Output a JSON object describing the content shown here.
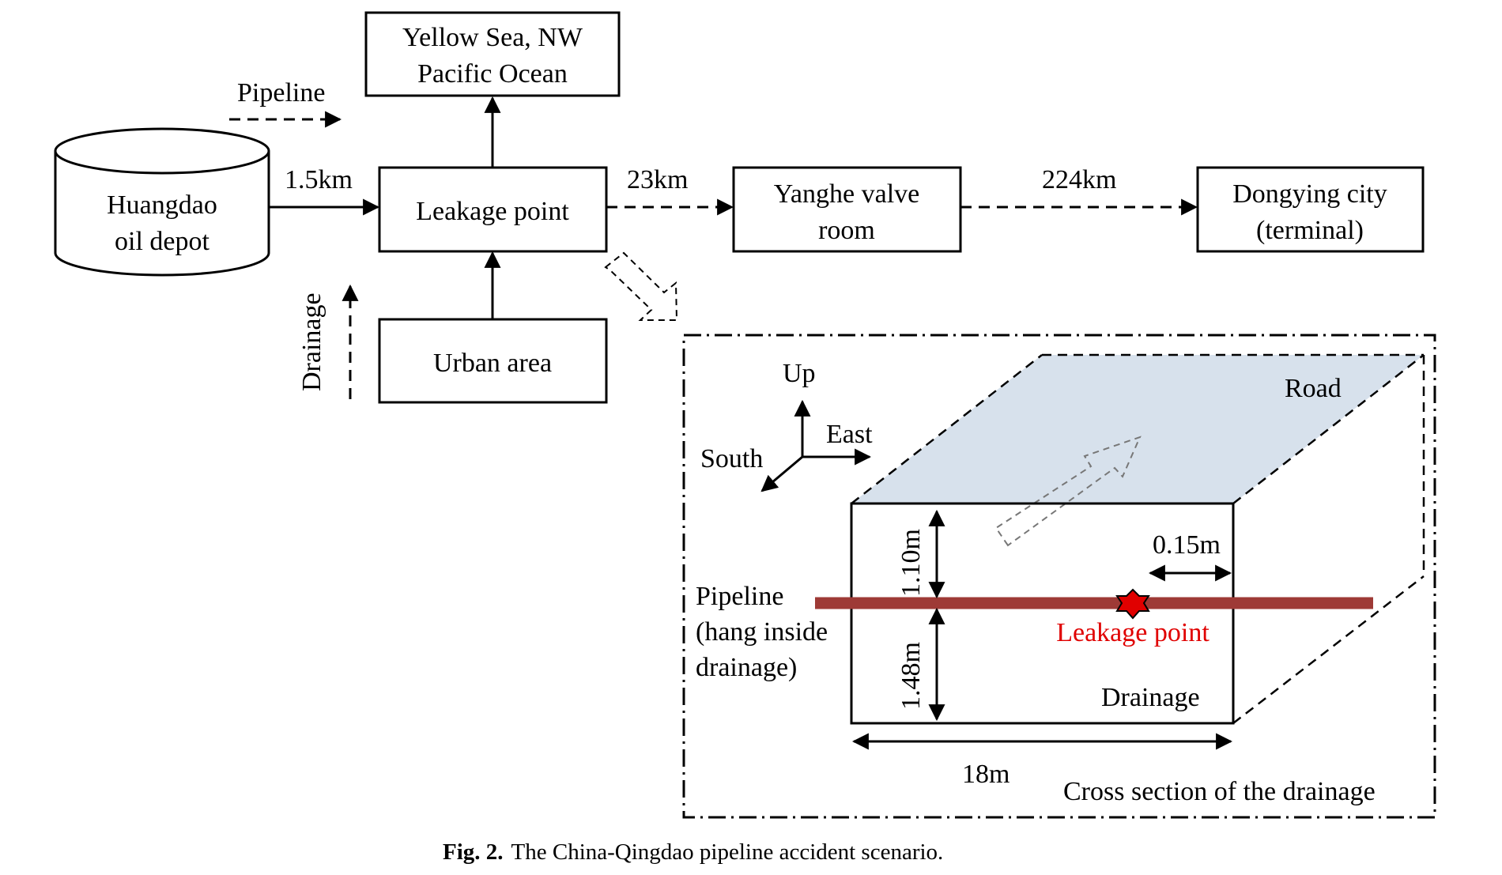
{
  "flow": {
    "legend_pipeline": "Pipeline",
    "legend_drainage": "Drainage",
    "depot_line1": "Huangdao",
    "depot_line2": "oil depot",
    "sea_line1": "Yellow Sea, NW",
    "sea_line2": "Pacific Ocean",
    "leakage": "Leakage point",
    "urban": "Urban area",
    "valve_line1": "Yanghe  valve",
    "valve_line2": "room",
    "dongying_line1": "Dongying  city",
    "dongying_line2": "(terminal)",
    "dist_depot_leak": "1.5km",
    "dist_leak_valve": "23km",
    "dist_valve_dongying": "224km"
  },
  "detail": {
    "compass_up": "Up",
    "compass_east": "East",
    "compass_south": "South",
    "road": "Road",
    "dim_top": "1.10m",
    "dim_bottom": "1.48m",
    "dim_offset": "0.15m",
    "dim_width": "18m",
    "pipeline_line1": "Pipeline",
    "pipeline_line2": "(hang  inside",
    "pipeline_line3": "drainage)",
    "leakage_label": "Leakage  point",
    "drainage_label": "Drainage",
    "section_title": "Cross section of the  drainage"
  },
  "caption": {
    "label": "Fig. 2.",
    "text": "The China-Qingdao pipeline accident scenario."
  },
  "colors": {
    "pipe": "#9e3a36",
    "road": "#d7e1ec",
    "leak": "#e00000"
  }
}
